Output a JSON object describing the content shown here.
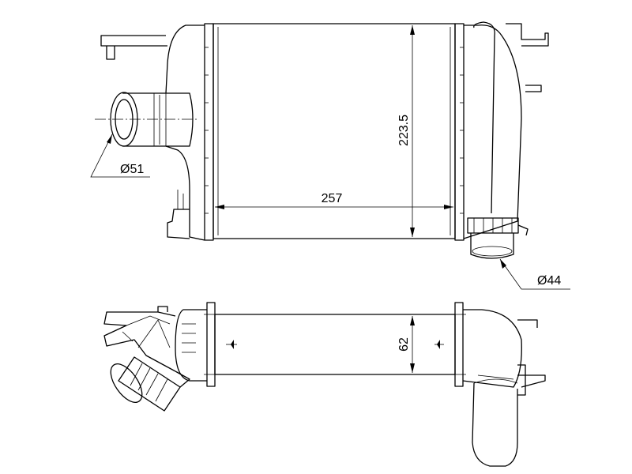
{
  "drawing": {
    "title": "Intercooler technical drawing",
    "dimensions": {
      "inlet_diameter": "Ø51",
      "core_width": "257",
      "core_height": "223.5",
      "outlet_diameter": "Ø44",
      "core_depth": "62"
    },
    "colors": {
      "line": "#000000",
      "background": "#ffffff"
    }
  }
}
